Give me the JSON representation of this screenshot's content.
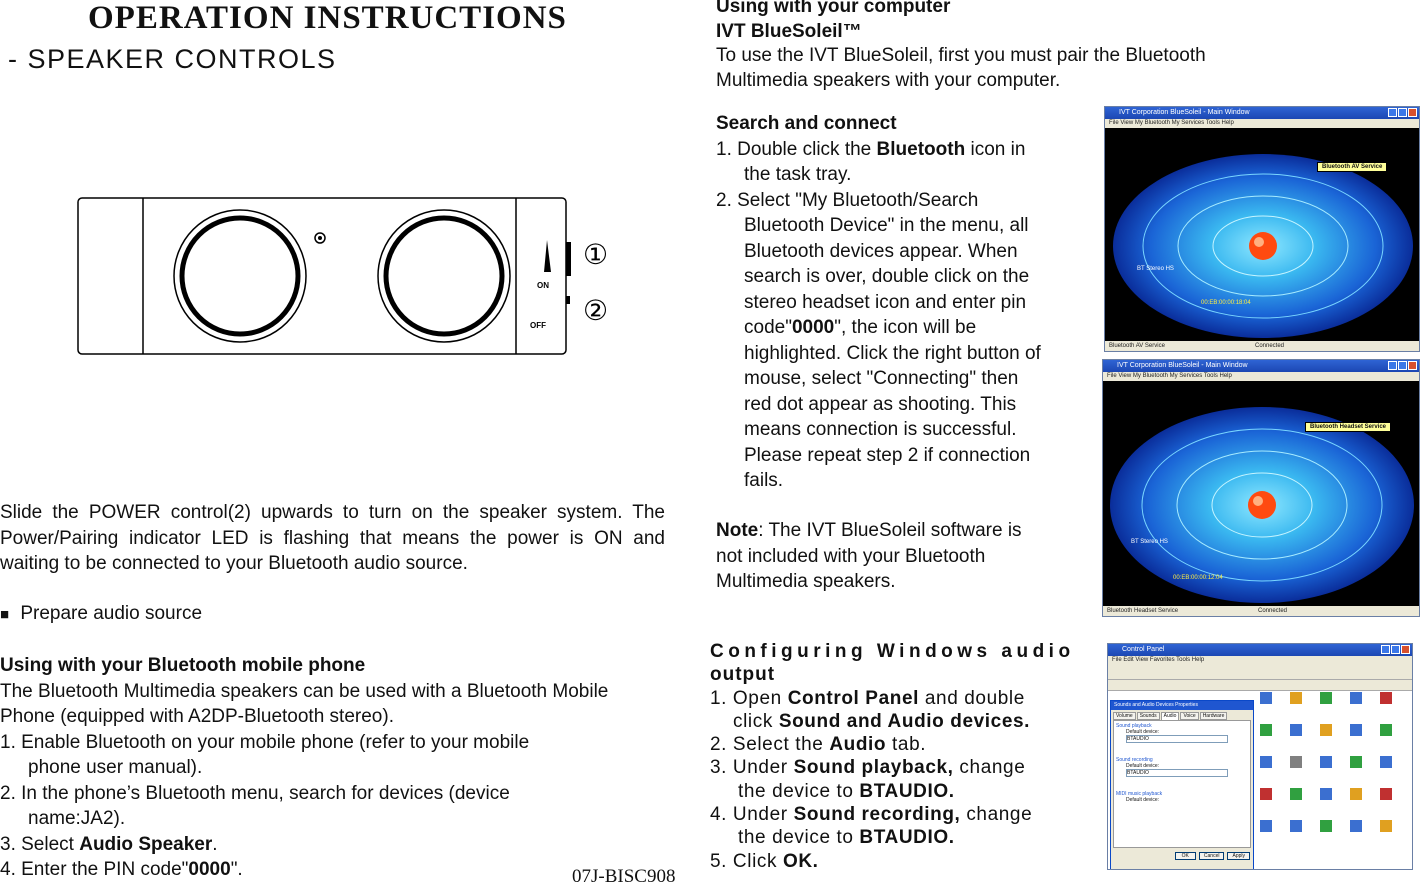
{
  "header": {
    "title": "OPERATION  INSTRUCTIONS",
    "subtitle": "- SPEAKER CONTROLS"
  },
  "diagram": {
    "on_label": "ON",
    "off_label": "OFF",
    "callout_1": "①",
    "callout_2": "②"
  },
  "left": {
    "power_text": "Slide the POWER control(2) upwards to turn on the speaker system. The Power/Pairing indicator LED is flashing that means the power is ON and waiting to be connected to your Bluetooth audio source.",
    "prepare_bullet": "■",
    "prepare_label": "Prepare audio source",
    "phone_heading": "Using with your Bluetooth mobile phone",
    "phone_intro": "The Bluetooth Multimedia speakers can be used with a Bluetooth Mobile Phone (equipped with A2DP-Bluetooth stereo).",
    "step1_a": "1.  Enable Bluetooth on your mobile phone (refer to your mobile",
    "step1_b": "phone user manual).",
    "step2_a": "2.  In the phone’s Bluetooth menu, search for devices (device",
    "step2_b": "name:JA2).",
    "step3_pre": "3.  Select ",
    "step3_bold": "Audio Speaker",
    "step3_post": ".",
    "step4_pre": "4.  Enter the PIN code\"",
    "step4_bold": "0000",
    "step4_post": "\"."
  },
  "model_code": "07J-BISC908",
  "right": {
    "computer_heading": "Using with your computer",
    "software_heading": "IVT BlueSoleil™",
    "software_intro_1": "To use the IVT BlueSoleil, first you must pair the Bluetooth",
    "software_intro_2": "Multimedia speakers with your computer.",
    "search_heading": "Search and connect",
    "s1_a_pre": "1.  Double click the ",
    "s1_a_bold": "Bluetooth",
    "s1_a_post": " icon in",
    "s1_b": "the task tray.",
    "s2_a": "2.  Select \"My Bluetooth/Search",
    "s2_lines": [
      "Bluetooth Device\" in the menu, all",
      "Bluetooth devices appear. When",
      "search is over, double click on the",
      "stereo headset icon and enter pin"
    ],
    "s2_code_pre": "code\"",
    "s2_code_bold": "0000",
    "s2_code_post": "\", the icon will be",
    "s2_lines2": [
      "highlighted. Click the right button of",
      "mouse, select \"Connecting\" then",
      "red dot appear as shooting. This",
      "means connection is successful.",
      "Please repeat step 2 if connection",
      "fails."
    ],
    "note_bold": "Note",
    "note_text_1": ": The IVT BlueSoleil software is",
    "note_text_2": "not included with your Bluetooth",
    "note_text_3": "Multimedia speakers.",
    "cfg_heading_1": "Configuring Windows audio",
    "cfg_heading_2": "output",
    "c1_pre": "1. Open ",
    "c1_bold": "Control Panel",
    "c1_post": " and double",
    "c1b_pre": "click ",
    "c1b_bold": "Sound and Audio devices.",
    "c2_pre": "2. Select the ",
    "c2_bold": "Audio",
    "c2_post": " tab.",
    "c3_pre": "3. Under ",
    "c3_bold": "Sound playback,",
    "c3_post": " change",
    "c3b_pre": "the device to ",
    "c3b_bold": "BTAUDIO.",
    "c4_pre": "4. Under ",
    "c4_bold": "Sound recording,",
    "c4_post": " change",
    "c4b_pre": "the device to ",
    "c4b_bold": "BTAUDIO.",
    "c5_pre": "5. Click ",
    "c5_bold": "OK."
  },
  "screenshots": {
    "s1_title": "IVT Corporation BlueSoleil - Main Window",
    "s1_menu": "File  View  My Bluetooth  My Services  Tools  Help",
    "s1_tooltip": "Bluetooth AV Service",
    "s1_status_left": "Bluetooth AV Service",
    "s1_status_right": "Connected",
    "s1_device_label": "BT Stereo HS",
    "s1_addr": "00:EB:00:00:18:04",
    "s2_title": "IVT Corporation BlueSoleil - Main Window",
    "s2_menu": "File  View  My Bluetooth  My Services  Tools  Help",
    "s2_tooltip": "Bluetooth Headset Service",
    "s2_status_left": "Bluetooth Headset Service",
    "s2_status_right": "Connected",
    "s2_device_label": "BT Stereo HS",
    "s2_addr": "00:EB:00:00:12:04",
    "s3_title": "Control Panel",
    "s3_menu": "File  Edit  View  Favorites  Tools  Help",
    "s3_dialog_title": "Sounds and Audio Devices Properties",
    "s3_tabs": [
      "Volume",
      "Sounds",
      "Audio",
      "Voice",
      "Hardware"
    ],
    "s3_playback": "Sound playback",
    "s3_recording": "Sound recording",
    "s3_midi": "MIDI music playback",
    "s3_default": "Default device:",
    "s3_device": "BTAUDIO",
    "s3_ok": "OK",
    "s3_cancel": "Cancel",
    "s3_apply": "Apply"
  }
}
